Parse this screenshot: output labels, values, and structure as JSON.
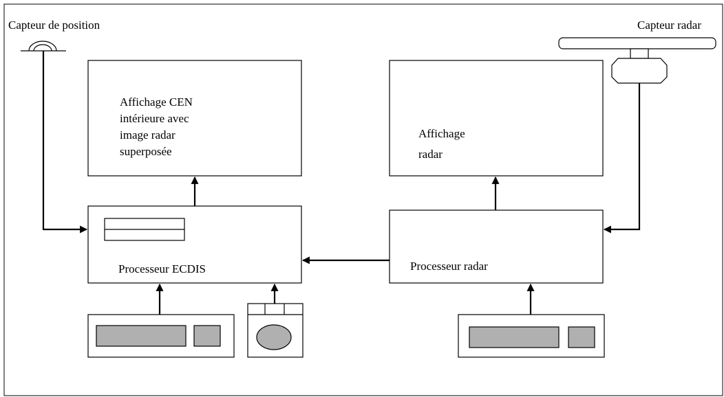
{
  "labels": {
    "position_sensor": "Capteur de position",
    "radar_sensor": "Capteur radar",
    "ecdis_display": [
      "Affichage CEN",
      "intérieure avec",
      "image radar",
      "superposée"
    ],
    "radar_display": [
      "Affichage",
      "radar"
    ],
    "ecdis_processor": "Processeur ECDIS",
    "radar_processor": "Processeur radar"
  },
  "colors": {
    "line": "#000000",
    "device_fill": "#b0b0b0",
    "background": "#ffffff"
  }
}
